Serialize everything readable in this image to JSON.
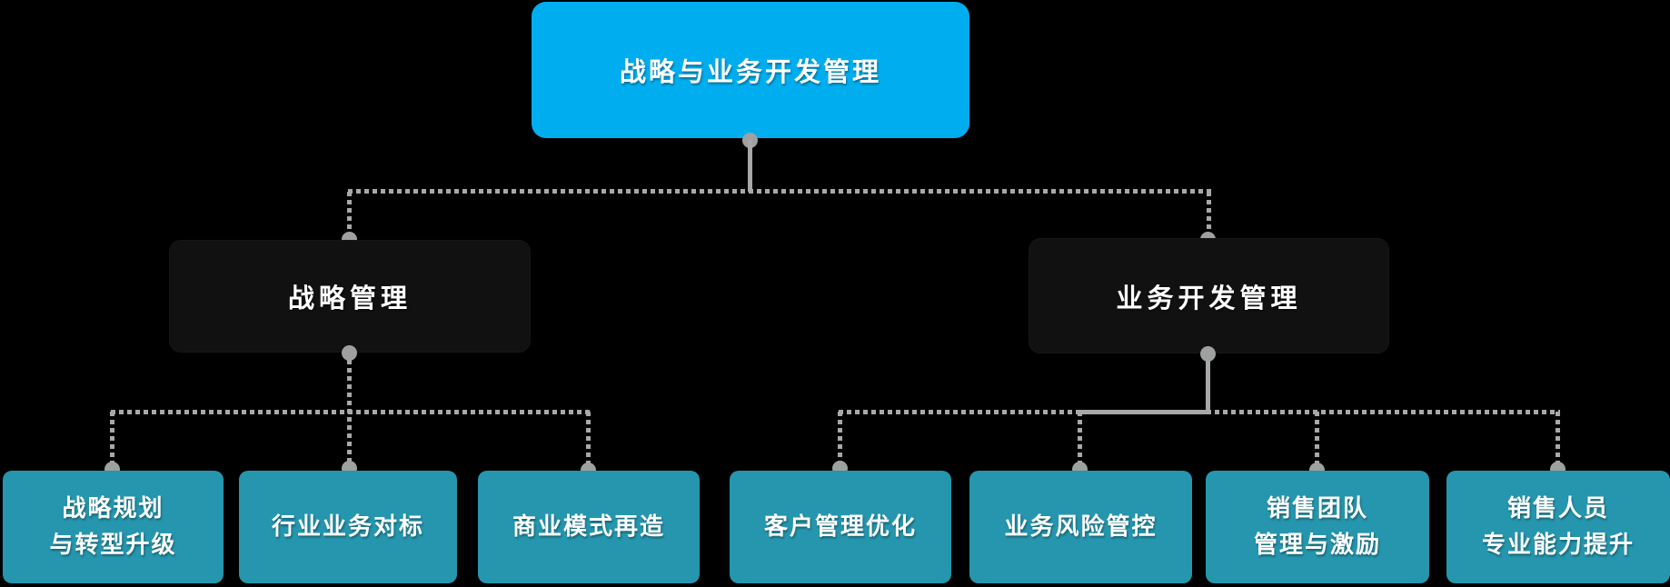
{
  "diagram": {
    "title": "战略与业务开发管理",
    "root": {
      "label": "战略与业务开发管理"
    },
    "level2": [
      {
        "label": "战略管理"
      },
      {
        "label": "业务开发管理"
      }
    ],
    "level3": [
      {
        "parent": "战略管理",
        "line1": "战略规划",
        "line2": "与转型升级"
      },
      {
        "parent": "战略管理",
        "line1": "行业业务对标",
        "line2": ""
      },
      {
        "parent": "战略管理",
        "line1": "商业模式再造",
        "line2": ""
      },
      {
        "parent": "业务开发管理",
        "line1": "客户管理优化",
        "line2": ""
      },
      {
        "parent": "业务开发管理",
        "line1": "业务风险管控",
        "line2": ""
      },
      {
        "parent": "业务开发管理",
        "line1": "销售团队",
        "line2": "管理与激励"
      },
      {
        "parent": "业务开发管理",
        "line1": "销售人员",
        "line2": "专业能力提升"
      }
    ],
    "colors": {
      "background": "#000000",
      "root_fill": "#00AEEF",
      "level2_fill": "#111111",
      "level3_fill": "#2596AE",
      "connector": "#A8A8A8",
      "connector_dot": "#9FA0A0",
      "text": "#FFFFFF"
    },
    "connector_style": "dotted rails with solid stubs and circular joints"
  }
}
